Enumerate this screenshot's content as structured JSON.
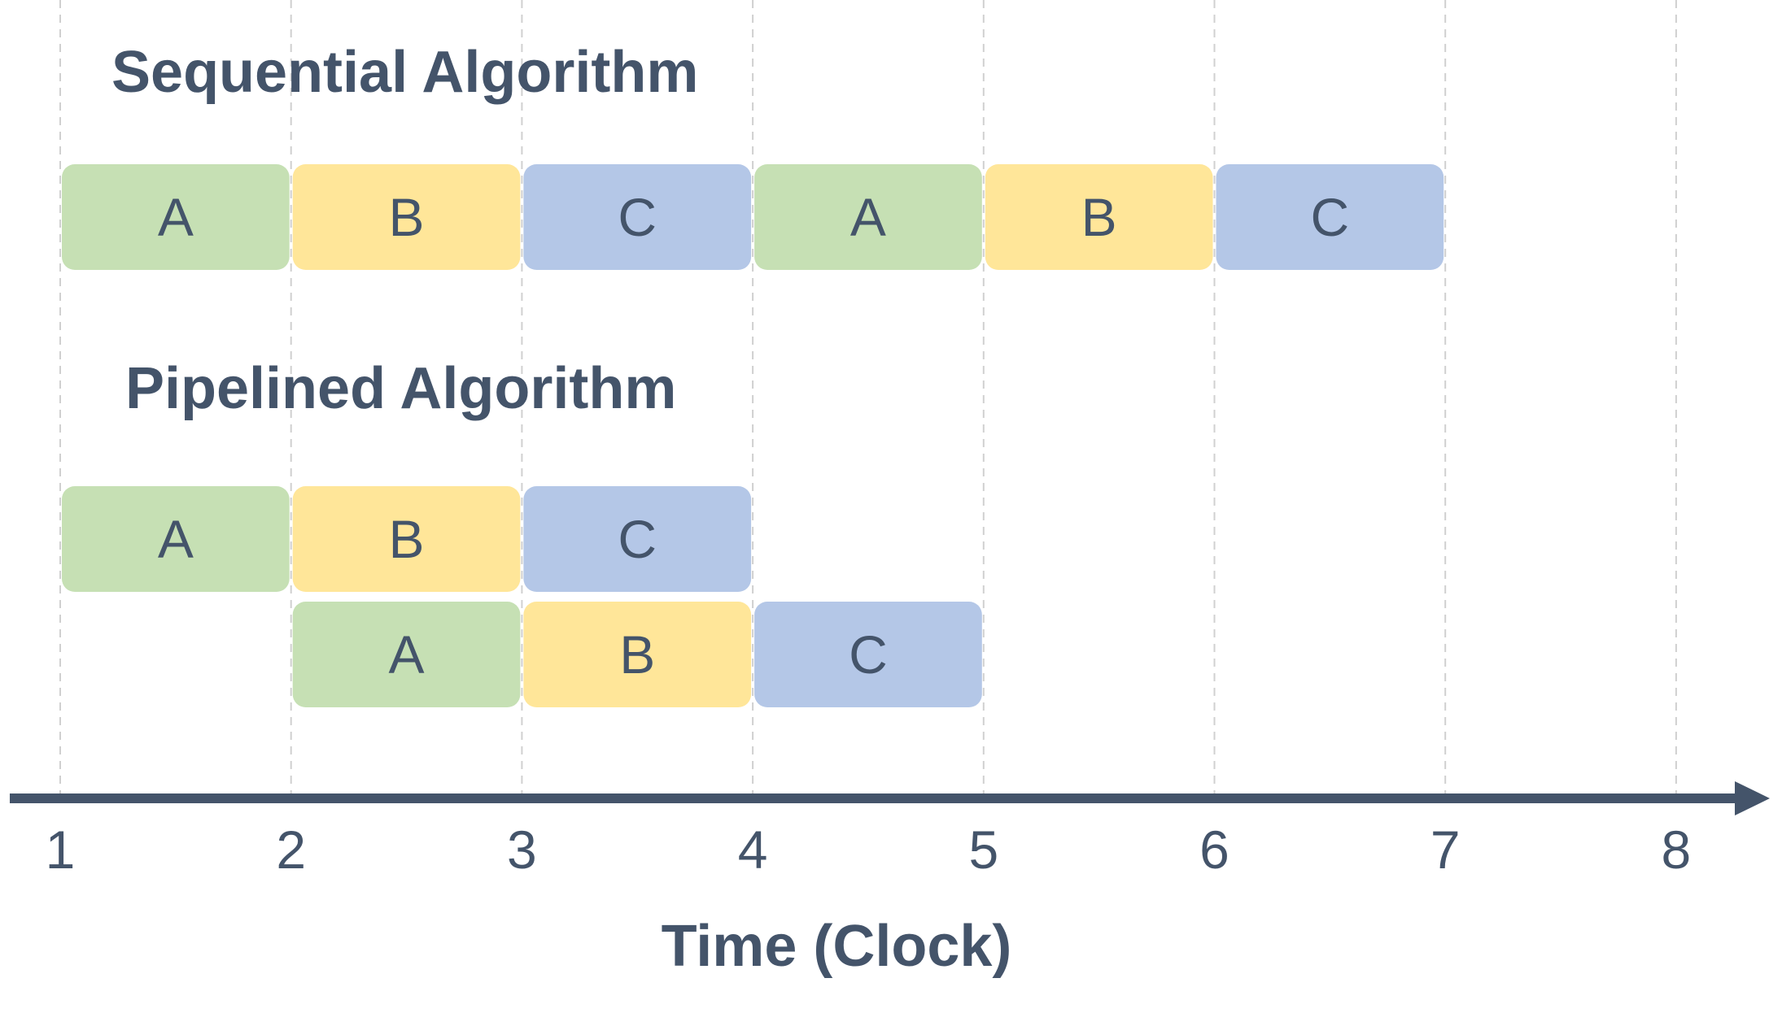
{
  "colors": {
    "text": "#44546a",
    "axis": "#44546a",
    "grid": "#d0d0d0",
    "stage_A": "#c6e0b4",
    "stage_B": "#ffe699",
    "stage_C": "#b4c7e7"
  },
  "sections": {
    "sequential": {
      "title": "Sequential Algorithm"
    },
    "pipelined": {
      "title": "Pipelined Algorithm"
    }
  },
  "axis": {
    "label": "Time (Clock)",
    "ticks": [
      "1",
      "2",
      "3",
      "4",
      "5",
      "6",
      "7",
      "8"
    ]
  },
  "schedule": {
    "sequential": [
      {
        "stage": "A",
        "start": 1,
        "end": 2
      },
      {
        "stage": "B",
        "start": 2,
        "end": 3
      },
      {
        "stage": "C",
        "start": 3,
        "end": 4
      },
      {
        "stage": "A",
        "start": 4,
        "end": 5
      },
      {
        "stage": "B",
        "start": 5,
        "end": 6
      },
      {
        "stage": "C",
        "start": 6,
        "end": 7
      }
    ],
    "pipelined_row1": [
      {
        "stage": "A",
        "start": 1,
        "end": 2
      },
      {
        "stage": "B",
        "start": 2,
        "end": 3
      },
      {
        "stage": "C",
        "start": 3,
        "end": 4
      }
    ],
    "pipelined_row2": [
      {
        "stage": "A",
        "start": 2,
        "end": 3
      },
      {
        "stage": "B",
        "start": 3,
        "end": 4
      },
      {
        "stage": "C",
        "start": 4,
        "end": 5
      }
    ]
  }
}
